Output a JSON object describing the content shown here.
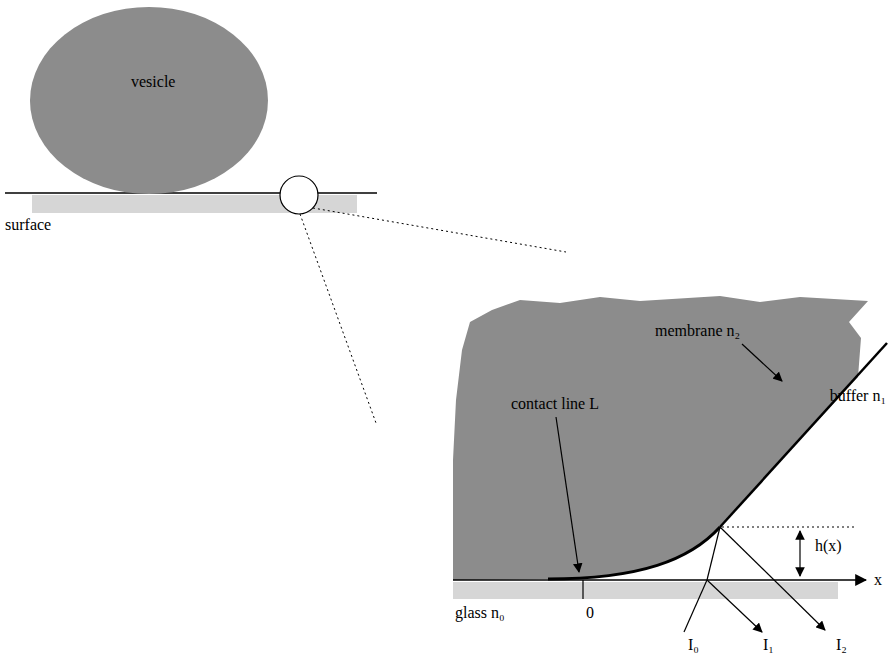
{
  "diagram": {
    "nodes": [
      {
        "text": [
          "vesicle"
        ]
      }
    ],
    "labels": [
      "surface",
      "membrane n₂",
      "contact line L",
      "buffer n₁",
      "h(x)",
      "glass n₀",
      "0",
      "x",
      "I₀",
      "I₁",
      "I₂"
    ]
  }
}
